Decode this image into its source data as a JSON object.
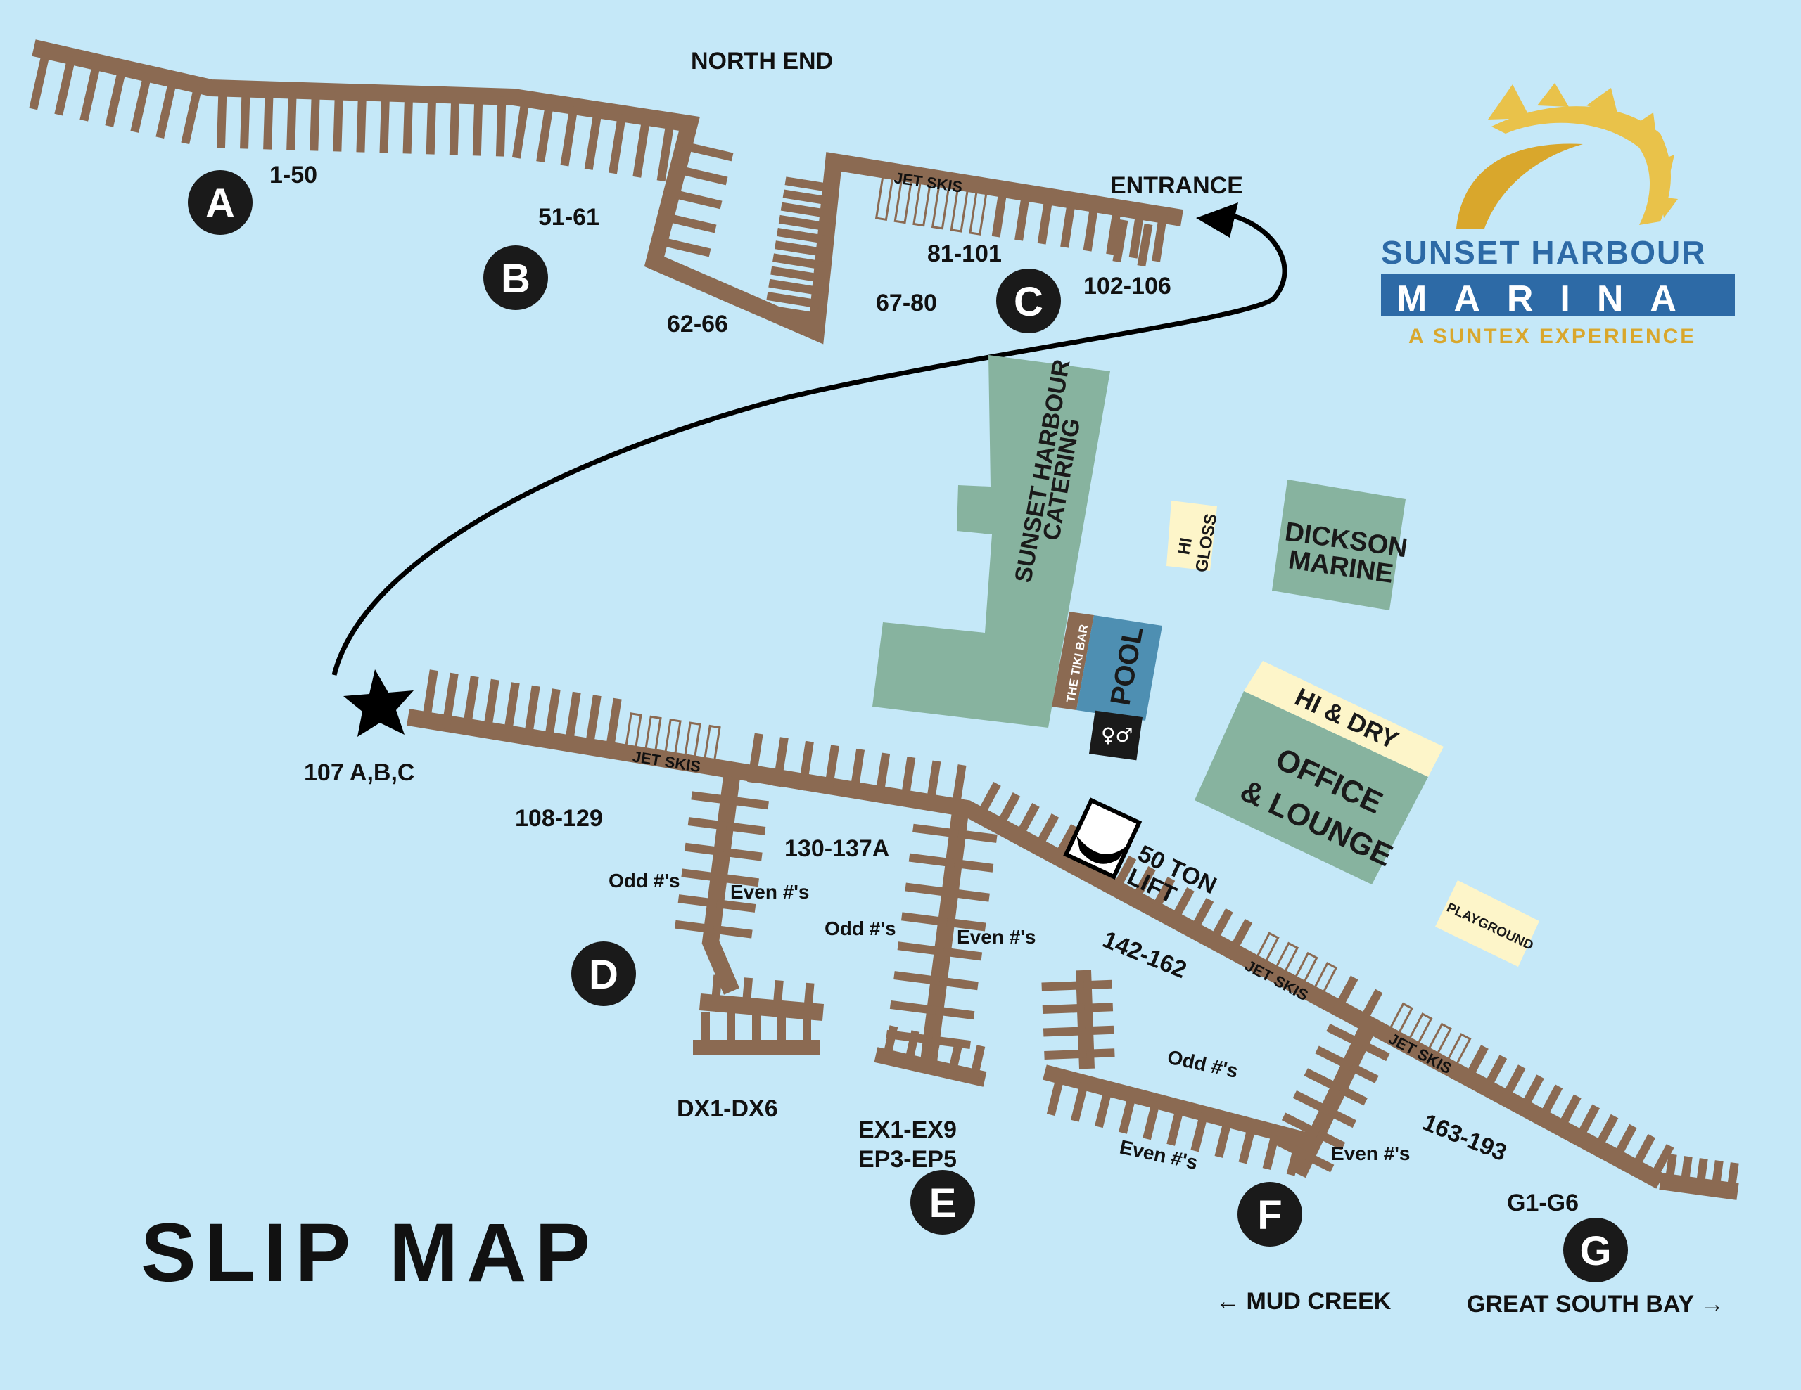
{
  "title": "SLIP MAP",
  "logo": {
    "top": "SUNSET HARBOUR",
    "middle": "MARINA",
    "bottom": "A SUNTEX EXPERIENCE",
    "colors": {
      "blue": "#2d6aa6",
      "gold": "#d9a72c"
    }
  },
  "compass": {
    "north": "NORTH END",
    "entrance": "ENTRANCE"
  },
  "docks": [
    {
      "letter": "A",
      "slips": [
        "1-50"
      ]
    },
    {
      "letter": "B",
      "slips": [
        "51-61",
        "62-66"
      ]
    },
    {
      "letter": "C",
      "slips": [
        "67-80",
        "81-101",
        "102-106"
      ]
    },
    {
      "letter": "D",
      "slips": [
        "108-129",
        "130-137A",
        "DX1-DX6"
      ]
    },
    {
      "letter": "E",
      "slips": [
        "EX1-EX9",
        "EP3-EP5"
      ]
    },
    {
      "letter": "F",
      "slips": [
        "142-162"
      ]
    },
    {
      "letter": "G",
      "slips": [
        "163-193",
        "G1-G6"
      ]
    }
  ],
  "labels": {
    "star": "107 A,B,C",
    "jet_skis": "JET SKIS",
    "odd": "Odd #'s",
    "even": "Even #'s",
    "lift_1": "50 TON",
    "lift_2": "LIFT",
    "mud_creek": "← MUD  CREEK",
    "great_south_bay": "GREAT SOUTH BAY →"
  },
  "buildings": {
    "catering_1": "SUNSET HARBOUR",
    "catering_2": "CATERING",
    "tiki": "THE TIKI BAR",
    "pool": "POOL",
    "hi_gloss_1": "HI",
    "hi_gloss_2": "GLOSS",
    "dickson_1": "DICKSON",
    "dickson_2": "MARINE",
    "hi_dry": "HI & DRY",
    "office_1": "OFFICE",
    "office_2": "& LOUNGE",
    "playground": "PLAYGROUND"
  },
  "colors": {
    "water": "#c5e8f8",
    "dock": "#8b6a52",
    "building": "#87b39f",
    "pool": "#4e8fb2",
    "sand": "#fdf5c9",
    "marker": "#1a1a1a"
  }
}
